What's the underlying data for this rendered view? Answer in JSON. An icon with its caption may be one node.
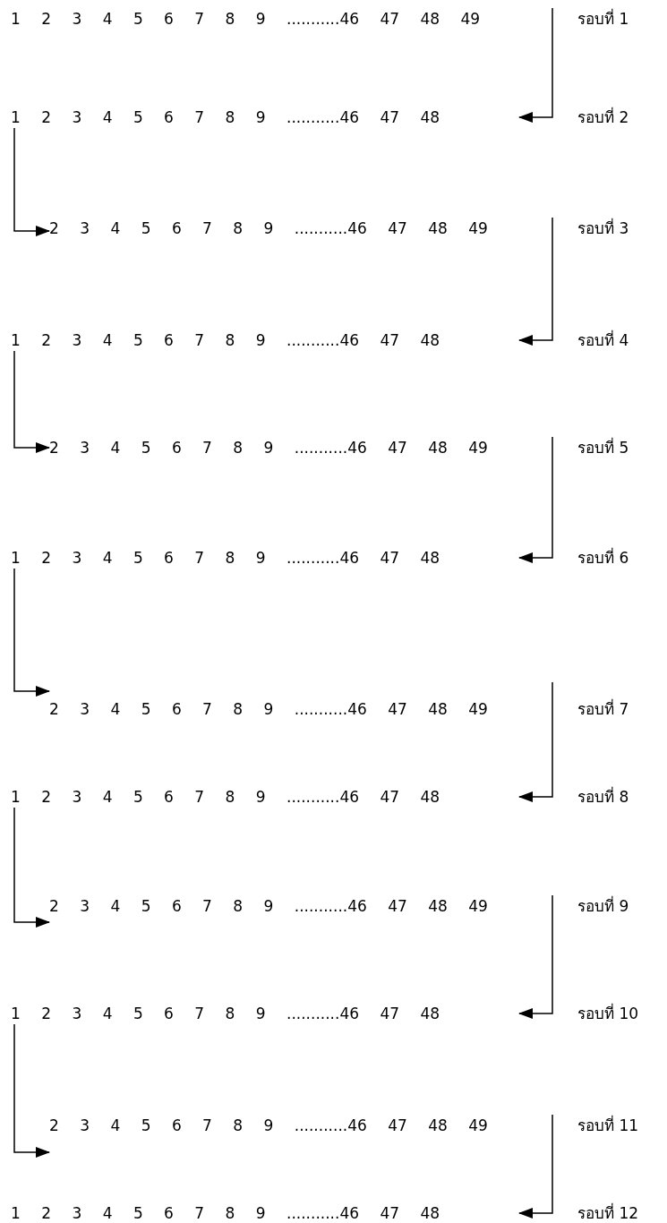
{
  "diagram": {
    "nodes": [
      {
        "text": [
          "1 2 3 4 5 6 7 8 9 ...........46 47 48 49"
        ]
      },
      {
        "text": [
          "1 2 3 4 5 6 7 8 9 ...........46 47 48"
        ]
      },
      {
        "text": [
          "2 3 4 5 6 7 8 9 ...........46 47 48 49"
        ]
      },
      {
        "text": [
          "1 2 3 4 5 6 7 8 9 ...........46 47 48"
        ]
      },
      {
        "text": [
          "2 3 4 5 6 7 8 9 ...........46 47 48 49"
        ]
      },
      {
        "text": [
          "1 2 3 4 5 6 7 8 9 ...........46 47 48"
        ]
      },
      {
        "text": [
          "2 3 4 5 6 7 8 9 ...........46 47 48 49"
        ]
      },
      {
        "text": [
          "1 2 3 4 5 6 7 8 9 ...........46 47 48"
        ]
      },
      {
        "text": [
          "2 3 4 5 6 7 8 9 ...........46 47 48 49"
        ]
      },
      {
        "text": [
          "1 2 3 4 5 6 7 8 9 ...........46 47 48"
        ]
      },
      {
        "text": [
          "2 3 4 5 6 7 8 9 ...........46 47 48 49"
        ]
      },
      {
        "text": [
          "1 2 3 4 5 6 7 8 9 ...........46 47 48"
        ]
      }
    ],
    "edges": [
      {
        "from": 0,
        "to": 1,
        "arrow": "to"
      },
      {
        "from": 1,
        "to": 2,
        "arrow": "to"
      },
      {
        "from": 2,
        "to": 3,
        "arrow": "to"
      },
      {
        "from": 3,
        "to": 4,
        "arrow": "to"
      },
      {
        "from": 4,
        "to": 5,
        "arrow": "to"
      },
      {
        "from": 5,
        "to": 6,
        "arrow": "to"
      },
      {
        "from": 6,
        "to": 7,
        "arrow": "to"
      },
      {
        "from": 7,
        "to": 8,
        "arrow": "to"
      },
      {
        "from": 8,
        "to": 9,
        "arrow": "to"
      },
      {
        "from": 9,
        "to": 10,
        "arrow": "to"
      },
      {
        "from": 10,
        "to": 11,
        "arrow": "to"
      }
    ],
    "labels": [
      "รอบที่ 1",
      "รอบที่ 2",
      "รอบที่ 3",
      "รอบที่ 4",
      "รอบที่ 5",
      "รอบที่ 6",
      "รอบที่ 7",
      "รอบที่ 8",
      "รอบที่ 9",
      "รอบที่ 10",
      "รอบที่ 11",
      "รอบที่ 12"
    ]
  }
}
